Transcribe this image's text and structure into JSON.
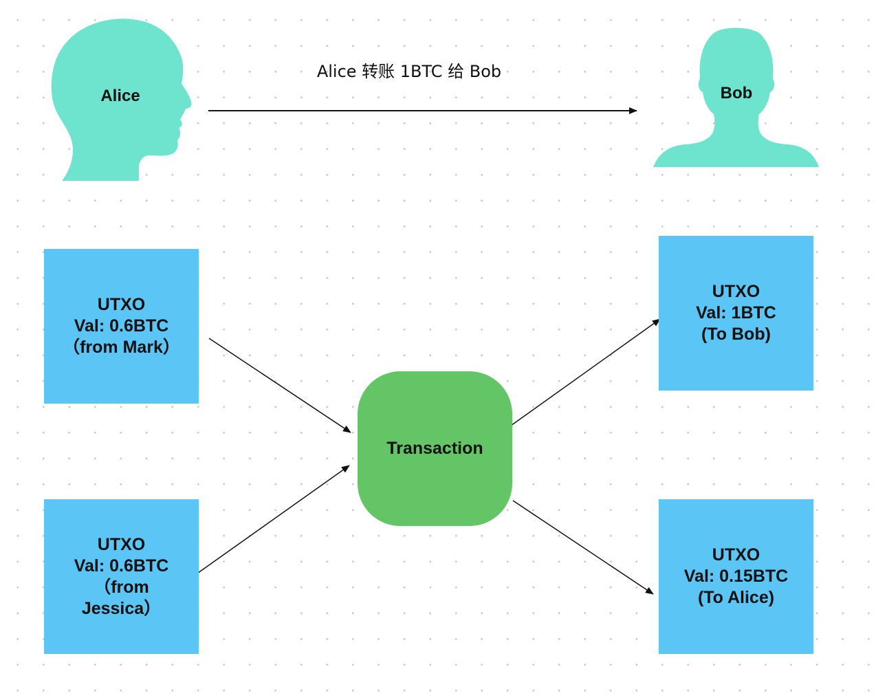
{
  "diagram": {
    "transfer_label": "Alice 转账 1BTC 给 Bob",
    "sender": {
      "name": "Alice",
      "icon": "head-profile-icon",
      "color": "#6ee4cf"
    },
    "receiver": {
      "name": "Bob",
      "icon": "person-bust-icon",
      "color": "#6ee4cf"
    },
    "transaction": {
      "label": "Transaction",
      "color": "#63c566"
    },
    "inputs": [
      {
        "lines": [
          "UTXO",
          "Val: 0.6BTC",
          "（from Mark）"
        ]
      },
      {
        "lines": [
          "UTXO",
          "Val: 0.6BTC",
          "（from",
          "Jessica）"
        ]
      }
    ],
    "outputs": [
      {
        "lines": [
          "UTXO",
          "Val: 1BTC",
          "(To Bob)"
        ]
      },
      {
        "lines": [
          "UTXO",
          "Val: 0.15BTC",
          "(To Alice)"
        ]
      }
    ],
    "utxo_color": "#5bc5f5"
  }
}
